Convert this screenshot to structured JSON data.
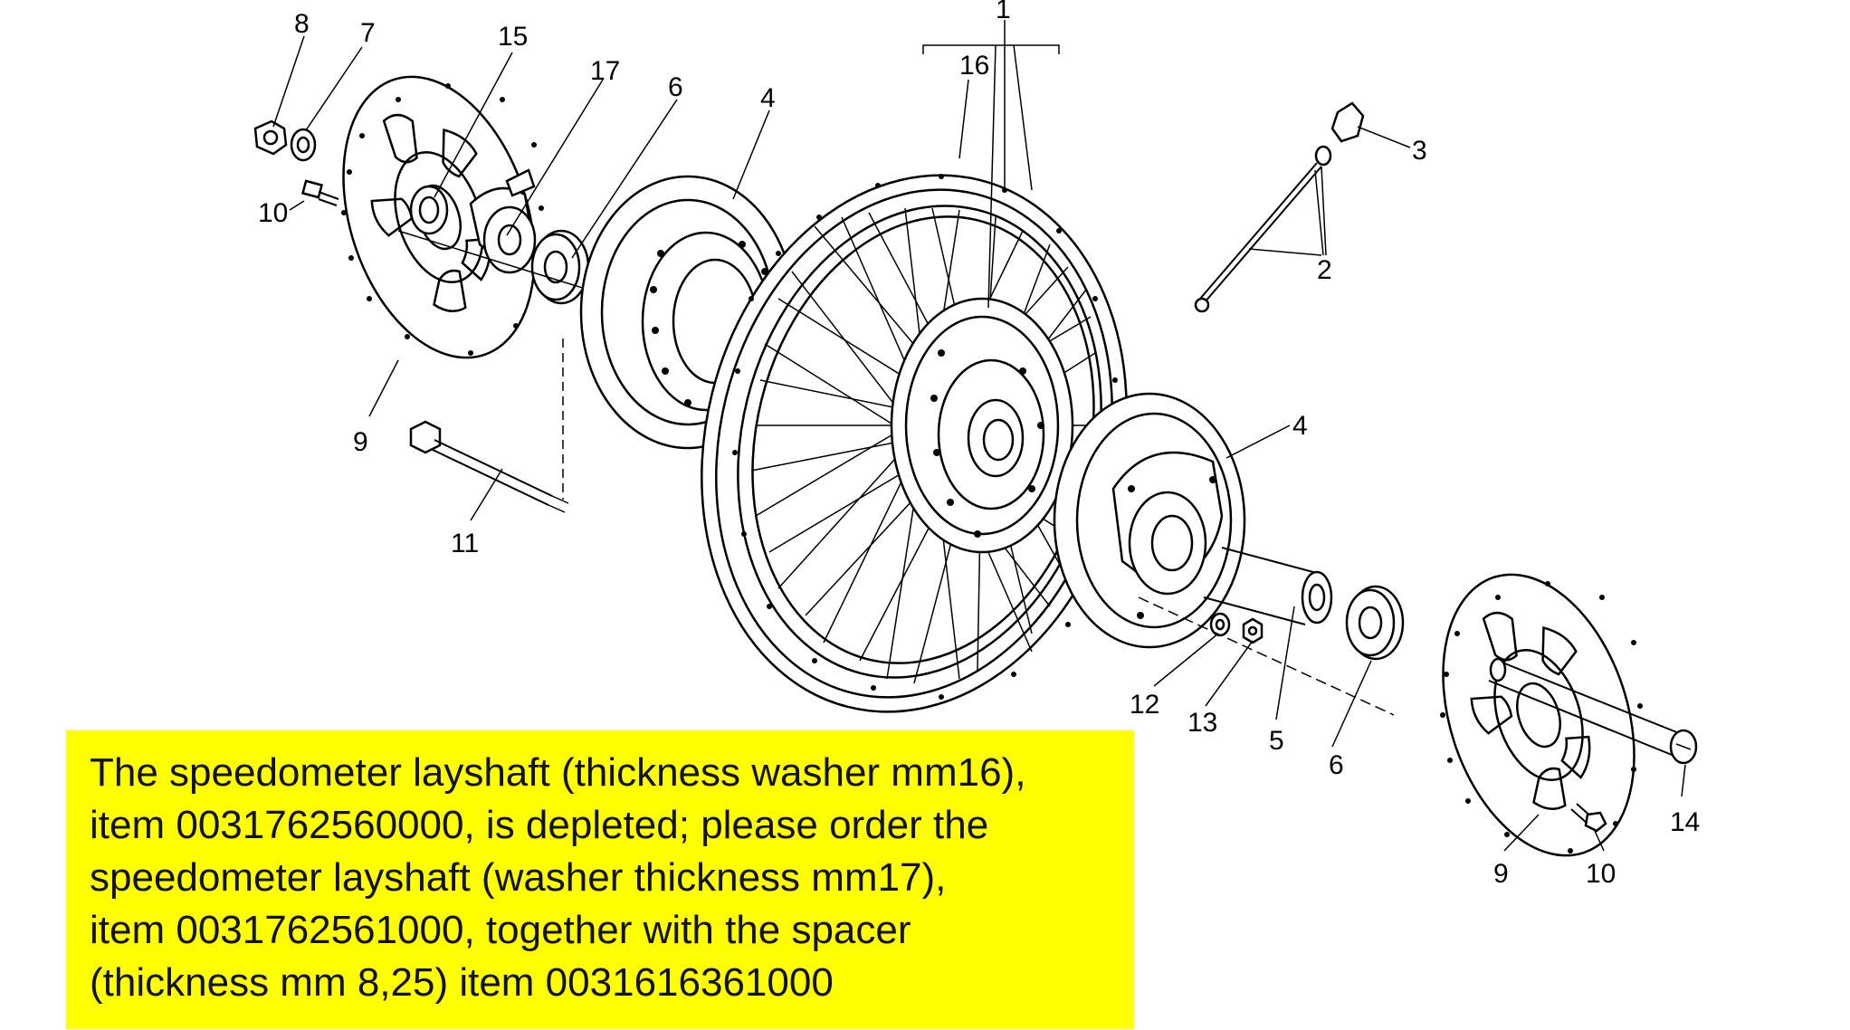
{
  "labels": {
    "l1": "1",
    "l2": "2",
    "l3": "3",
    "l4a": "4",
    "l4b": "4",
    "l5": "5",
    "l6a": "6",
    "l6b": "6",
    "l7": "7",
    "l8": "8",
    "l9a": "9",
    "l9b": "9",
    "l10a": "10",
    "l10b": "10",
    "l11": "11",
    "l12": "12",
    "l13": "13",
    "l14": "14",
    "l15": "15",
    "l16": "16",
    "l17": "17"
  },
  "note": {
    "lines": [
      "The speedometer layshaft (thickness washer mm16),",
      "item 0031762560000, is depleted; please order the",
      "speedometer layshaft (washer thickness mm17),",
      "item 0031762561000, together with the spacer",
      "(thickness mm 8,25) item 0031616361000"
    ]
  },
  "colors": {
    "note_background": "#ffff00",
    "line": "#000000"
  }
}
